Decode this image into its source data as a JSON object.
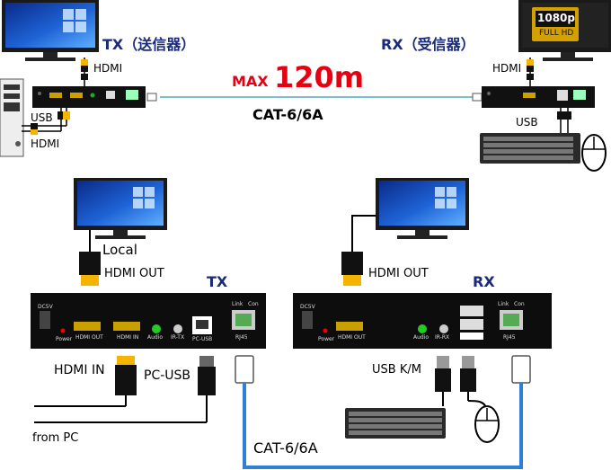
{
  "top": {
    "tx_title": "TX（送信器）",
    "rx_title": "RX（受信器）",
    "hdmi_tx": "HDMI",
    "hdmi_rx": "HDMI",
    "usb_tx": "USB",
    "hdmi_pc": "HDMI",
    "usb_rx": "USB",
    "max_prefix": "MAX",
    "max_value": "120m",
    "cable_top": "CAT-6/6A",
    "monitor_badge_top": "1080p",
    "monitor_badge_bottom": "FULL HD"
  },
  "tx_unit": {
    "title": "TX",
    "local": "Local",
    "hdmi_out_label": "HDMI OUT",
    "dc": "DC5V",
    "power": "Power",
    "port_hdmi_out": "HDMI OUT",
    "port_hdmi_in": "HDMI IN",
    "port_audio": "Audio",
    "port_irtx": "IR-TX",
    "port_pcusb": "PC-USB",
    "link": "Link",
    "con": "Con",
    "rj45": "RJ45",
    "hdmi_in_label": "HDMI IN",
    "pc_usb_label": "PC-USB",
    "from_pc": "from PC"
  },
  "rx_unit": {
    "title": "RX",
    "hdmi_out_label": "HDMI OUT",
    "dc": "DC5V",
    "power": "Power",
    "port_hdmi_out": "HDMI OUT",
    "port_audio": "Audio",
    "port_irrx": "IR-RX",
    "link": "Link",
    "con": "Con",
    "rj45": "RJ45",
    "usb_km": "USB K/M"
  },
  "bottom_cable": "CAT-6/6A",
  "colors": {
    "navy": "#1a2a7a",
    "accent": "#e60012",
    "cable": "#2f7fd6",
    "hdmi_yellow": "#f4b400"
  }
}
